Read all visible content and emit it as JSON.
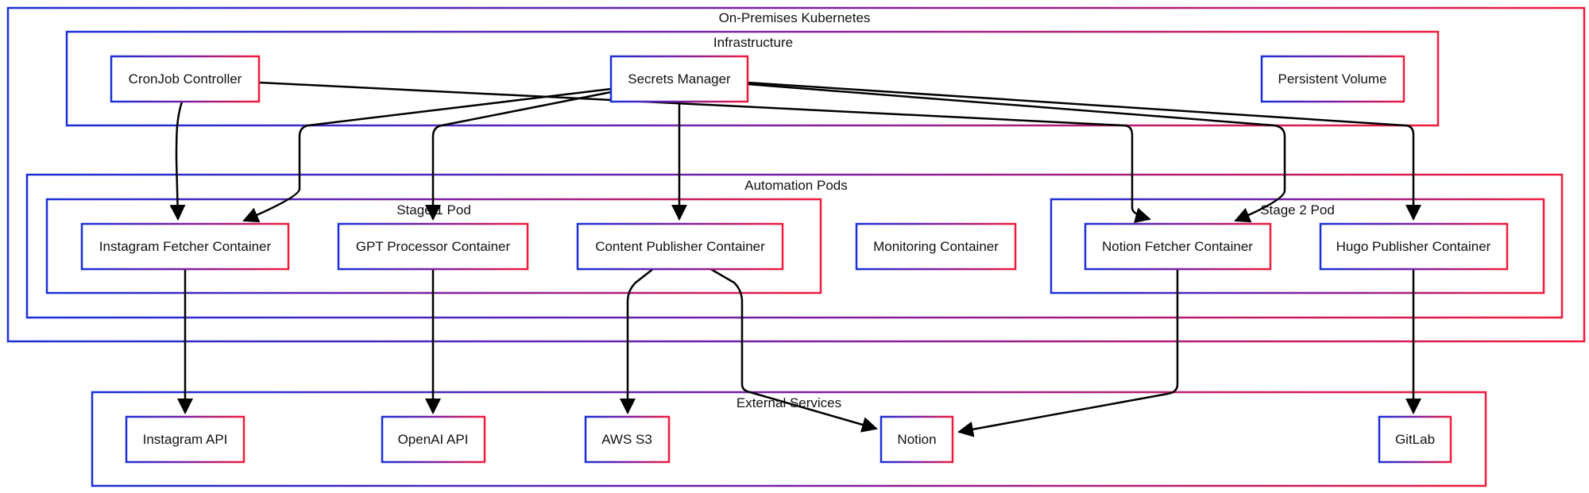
{
  "colors": {
    "gradient_start": "#1a2fd6",
    "gradient_mid": "#7a1fa6",
    "gradient_end": "#f01b3c",
    "edge": "#000000",
    "background": "#ffffff"
  },
  "clusters": {
    "on_prem": "On-Premises Kubernetes",
    "infrastructure": "Infrastructure",
    "automation": "Automation Pods",
    "stage1": "Stage 1 Pod",
    "stage2": "Stage 2 Pod",
    "external": "External Services"
  },
  "nodes": {
    "cronjob": "CronJob Controller",
    "secrets": "Secrets Manager",
    "pv": "Persistent Volume",
    "instagram_fetcher": "Instagram Fetcher Container",
    "gpt_processor": "GPT Processor Container",
    "content_publisher": "Content Publisher Container",
    "monitoring": "Monitoring Container",
    "notion_fetcher": "Notion Fetcher Container",
    "hugo_publisher": "Hugo Publisher Container",
    "instagram_api": "Instagram API",
    "openai_api": "OpenAI API",
    "aws_s3": "AWS S3",
    "notion": "Notion",
    "gitlab": "GitLab"
  },
  "edges": [
    {
      "from": "cronjob",
      "to": "instagram_fetcher"
    },
    {
      "from": "cronjob",
      "to": "notion_fetcher"
    },
    {
      "from": "secrets",
      "to": "instagram_fetcher"
    },
    {
      "from": "secrets",
      "to": "gpt_processor"
    },
    {
      "from": "secrets",
      "to": "content_publisher"
    },
    {
      "from": "secrets",
      "to": "notion_fetcher"
    },
    {
      "from": "secrets",
      "to": "hugo_publisher"
    },
    {
      "from": "instagram_fetcher",
      "to": "instagram_api"
    },
    {
      "from": "gpt_processor",
      "to": "openai_api"
    },
    {
      "from": "content_publisher",
      "to": "aws_s3"
    },
    {
      "from": "content_publisher",
      "to": "notion"
    },
    {
      "from": "notion_fetcher",
      "to": "notion"
    },
    {
      "from": "hugo_publisher",
      "to": "gitlab"
    }
  ]
}
